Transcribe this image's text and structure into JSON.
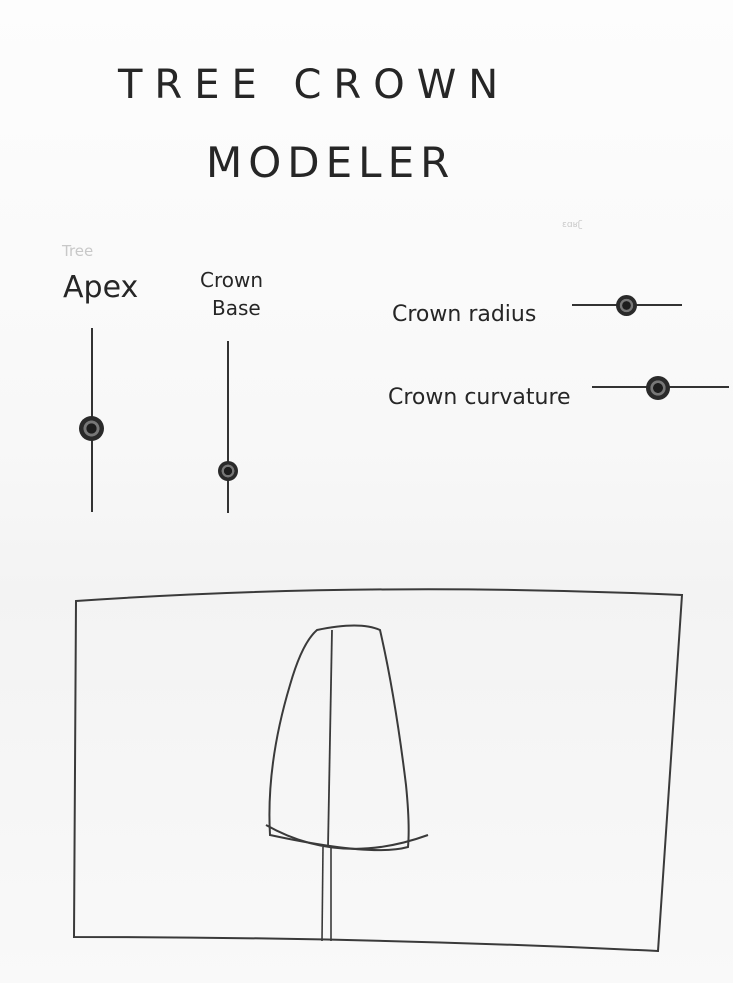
{
  "title": {
    "line1": "TREE CROWN",
    "line2": "MODELER"
  },
  "faint_marks": {
    "tree_word": "Tree",
    "corner_mark": "ɛɑʁʗ"
  },
  "controls": {
    "apex": {
      "label": "Apex",
      "orientation": "vertical",
      "value_fraction": 0.45
    },
    "crown_base": {
      "label_line1": "Crown",
      "label_line2": "Base",
      "orientation": "vertical",
      "value_fraction": 0.22
    },
    "crown_radius": {
      "label": "Crown radius",
      "orientation": "horizontal",
      "value_fraction": 0.5
    },
    "crown_curvature": {
      "label": "Crown curvature",
      "orientation": "horizontal",
      "value_fraction": 0.48
    }
  },
  "viewport": {
    "content": "tree-crown-preview",
    "stroke_color": "#3a3a3a"
  }
}
